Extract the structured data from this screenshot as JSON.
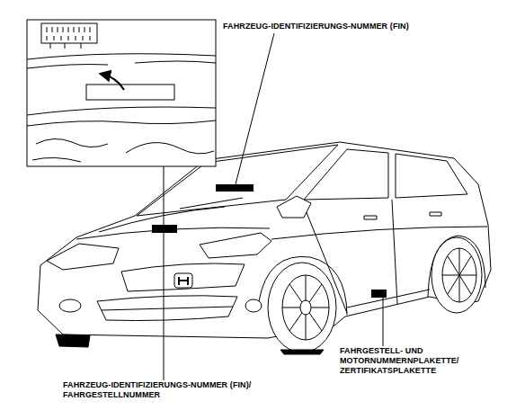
{
  "diagram": {
    "labels": [
      "FAHRZEUG-IDENTIFIZIERUNGS-NUMMER (FIN)",
      "FAHRZEUG-IDENTIFIZIERUNGS-NUMMER (FIN)/ FAHRGESTELLNUMMER",
      "FAHRGESTELL- UND MOTORNUMMERNPLAKETTE/ ZERTIFIKATSPLAKETTE"
    ]
  }
}
